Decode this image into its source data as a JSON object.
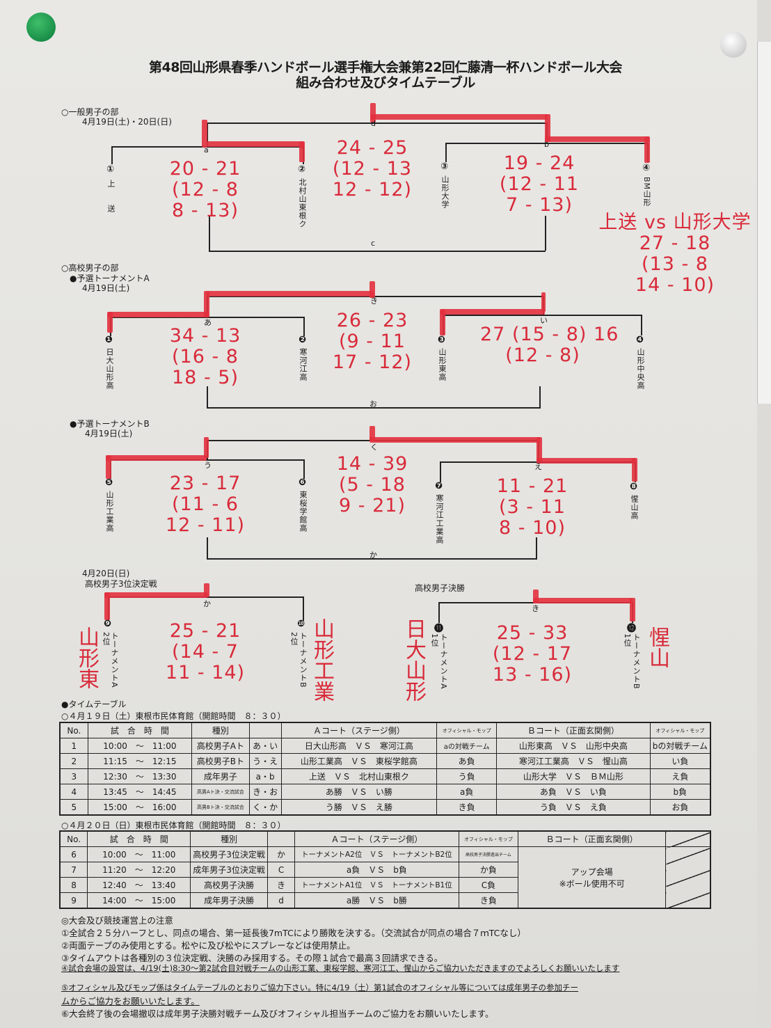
{
  "title": {
    "line1": "第48回山形県春季ハンドボール選手権大会兼第22回仁藤清一杯ハンドボール大会",
    "line2": "組み合わせ及びタイムテーブル"
  },
  "general": {
    "section": "○一般男子の部",
    "date": "4月19日(土)・20日(日)",
    "teams": [
      {
        "num": "①",
        "name": "上　　送"
      },
      {
        "num": "②",
        "name": "北村山東根ク"
      },
      {
        "num": "③",
        "name": "山形大学"
      },
      {
        "num": "④",
        "name": "BM山形"
      }
    ],
    "labels": {
      "a": "a",
      "b": "b",
      "c": "c",
      "d": "d"
    },
    "scores": {
      "a": [
        "20 - 21",
        "(12 - 8",
        "8 - 13)"
      ],
      "d": [
        "24 - 25",
        "(12 - 13",
        "12 - 12)"
      ],
      "b": [
        "19 - 24",
        "(12 - 11",
        "7 - 13)"
      ]
    },
    "extra": {
      "match": "上送 vs 山形大学",
      "score": "27 - 18",
      "h1": "(13 - 8",
      "h2": "14 - 10)"
    }
  },
  "hsA": {
    "section": "○高校男子の部",
    "sub": "●予選トーナメントA",
    "date": "4月19日(土)",
    "teams": [
      {
        "num": "❶",
        "name": "日大山形高"
      },
      {
        "num": "❷",
        "name": "寒河江高"
      },
      {
        "num": "❸",
        "name": "山形東高"
      },
      {
        "num": "❹",
        "name": "山形中央高"
      }
    ],
    "labels": {
      "l": "あ",
      "r": "い",
      "top": "き",
      "bottom": "お"
    },
    "scores": {
      "l": [
        "34 - 13",
        "(16 - 8",
        "18 - 5)"
      ],
      "top": [
        "26 - 23",
        "(9 - 11",
        "17 - 12)"
      ],
      "r": [
        "27 (15 - 8) 16",
        "(12 - 8)"
      ]
    }
  },
  "hsB": {
    "sub": "●予選トーナメントB",
    "date": "4月19日(土)",
    "teams": [
      {
        "num": "❺",
        "name": "山形工業高"
      },
      {
        "num": "❻",
        "name": "東桜学館高"
      },
      {
        "num": "❼",
        "name": "寒河江工業高"
      },
      {
        "num": "❽",
        "name": "惺山高"
      }
    ],
    "labels": {
      "l": "う",
      "r": "え",
      "top": "く",
      "bottom": "か"
    },
    "scores": {
      "l": [
        "23 - 17",
        "(11 - 6",
        "12 - 11)"
      ],
      "top": [
        "14 - 39",
        "(5 - 18",
        "9 - 21)"
      ],
      "r": [
        "11 - 21",
        "(3 - 11",
        "8 - 10)"
      ]
    }
  },
  "third": {
    "date": "4月20日(日)",
    "title": "高校男子3位決定戦",
    "label": "か",
    "teams": [
      {
        "num": "❾",
        "name": "トーナメントA",
        "rank": "2位",
        "hand": "山形東"
      },
      {
        "num": "❿",
        "name": "トーナメントB",
        "rank": "2位",
        "hand": "山形工業"
      }
    ],
    "score": [
      "25 - 21",
      "(14 - 7",
      "11 - 14)"
    ]
  },
  "final": {
    "title": "高校男子決勝",
    "label": "き",
    "teams": [
      {
        "num": "⓫",
        "name": "トーナメントA",
        "rank": "1位",
        "hand": "日大山形"
      },
      {
        "num": "⓬",
        "name": "トーナメントB",
        "rank": "1位",
        "hand": "惺山"
      }
    ],
    "score": [
      "25 - 33",
      "(12 - 17",
      "13 - 16)"
    ]
  },
  "timetable": {
    "heading": "●タイムテーブル",
    "day1": {
      "caption": "○４月１９日（土）東根市民体育館（開館時間　８：３０）",
      "header": [
        "No.",
        "試　合　時　間",
        "種別",
        "",
        "Ａコート（ステージ側）",
        "オフィシャル・モップ",
        "Ｂコート（正面玄関側）",
        "オフィシャル・モップ"
      ],
      "rows": [
        [
          "1",
          "10:00　～　11:00",
          "高校男子Aト",
          "あ・い",
          "日大山形高　ＶＳ　寒河江高",
          "aの対戦チーム",
          "山形東高　ＶＳ　山形中央高",
          "bの対戦チーム"
        ],
        [
          "2",
          "11:15　～　12:15",
          "高校男子Bト",
          "う・え",
          "山形工業高　ＶＳ　東桜学館高",
          "あ負",
          "寒河江工業高　ＶＳ　惺山高",
          "い負"
        ],
        [
          "3",
          "12:30　～　13:30",
          "成年男子",
          "a・b",
          "上送　ＶＳ　北村山東根ク",
          "う負",
          "山形大学　ＶＳ　ＢＭ山形",
          "え負"
        ],
        [
          "4",
          "13:45　～　14:45",
          "高男Aト決・交流試合",
          "き・お",
          "あ勝　ＶＳ　い勝",
          "a負",
          "あ負　ＶＳ　い負",
          "b負"
        ],
        [
          "5",
          "15:00　～　16:00",
          "高男Bト決・交流試合",
          "く・か",
          "う勝　ＶＳ　え勝",
          "き負",
          "う負　ＶＳ　え負",
          "お負"
        ]
      ]
    },
    "day2": {
      "caption": "○４月２０日（日）東根市民体育館（開館時間　８：３０）",
      "header": [
        "No.",
        "試　合　時　間",
        "種別",
        "",
        "Ａコート（ステージ側）",
        "オフィシャル・モップ",
        "Ｂコート（正面玄関側）",
        ""
      ],
      "rows": [
        [
          "6",
          "10:00　～　11:00",
          "高校男子3位決定戦",
          "か",
          "トーナメントA2位　ＶＳ　トーナメントB2位",
          "高校男子決勝進出チーム"
        ],
        [
          "7",
          "11:20　～　12:20",
          "成年男子3位決定戦",
          "C",
          "a負　ＶＳ　b負",
          "か負"
        ],
        [
          "8",
          "12:40　～　13:40",
          "高校男子決勝",
          "き",
          "トーナメントA1位　ＶＳ　トーナメントB1位",
          "C負"
        ],
        [
          "9",
          "14:00　～　15:00",
          "成年男子決勝",
          "d",
          "a勝　ＶＳ　b勝",
          "き負"
        ]
      ],
      "bcourt_note": [
        "アップ会場",
        "※ボール使用不可"
      ]
    }
  },
  "notes": {
    "heading": "◎大会及び競技運営上の注意",
    "items": [
      "①全試合２５分ハーフとし、同点の場合、第一延長後7mTCにより勝敗を決する。（交流試合が同点の場合７ｍTCなし）",
      "②両面テープのみ使用とする。松やに及び松やにスプレーなどは使用禁止。",
      "③タイムアウトは各種別の３位決定戦、決勝のみ採用する。その際１試合で最高３回請求できる。",
      "④試合会場の設営は、4/19(土)8:30～第2試合目対戦チームの山形工業、東桜学館、寒河江工、惺山からご協力いただきますのでよろしくお願いいたします",
      "⑤オフィシャル及びモップ係はタイムテーブルのとおりご協力下さい。特に4/19（土）第1試合のオフィシャル等については成年男子の参加チー",
      "ムからご協力をお願いいたします。",
      "⑥大会終了後の会場撤収は成年男子決勝対戦チーム及びオフィシャル担当チームのご協力をお願いいたします。"
    ]
  }
}
